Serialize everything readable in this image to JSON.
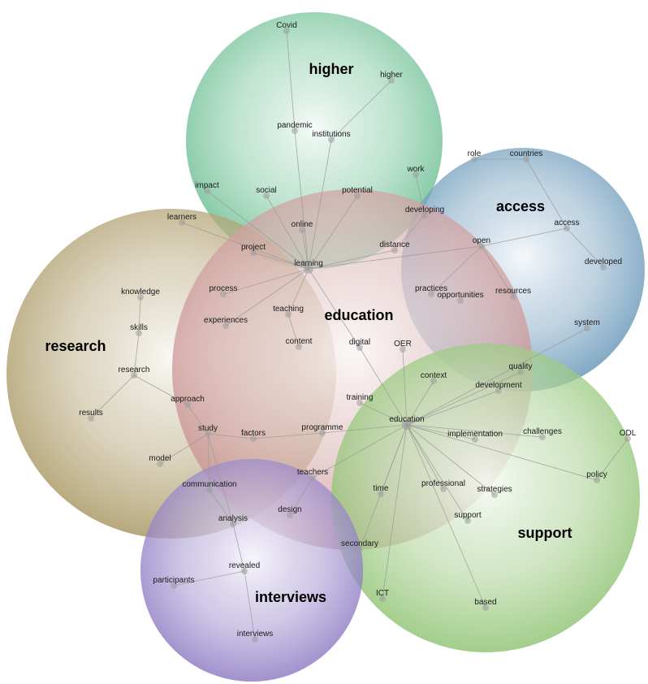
{
  "clusters": [
    {
      "id": "higher",
      "label": "higher",
      "color": "#5fb98a"
    },
    {
      "id": "access",
      "label": "access",
      "color": "#5b8fb3"
    },
    {
      "id": "education",
      "label": "education",
      "color": "#c88e8e"
    },
    {
      "id": "research",
      "label": "research",
      "color": "#a39058"
    },
    {
      "id": "support",
      "label": "support",
      "color": "#88c06a"
    },
    {
      "id": "interviews",
      "label": "interviews",
      "color": "#8672bf"
    }
  ],
  "terms": [
    "Covid",
    "higher",
    "pandemic",
    "institutions",
    "work",
    "impact",
    "social",
    "potential",
    "developing",
    "role",
    "countries",
    "access",
    "learners",
    "online",
    "project",
    "distance",
    "open",
    "learning",
    "developed",
    "process",
    "practices",
    "opportunities",
    "resources",
    "knowledge",
    "teaching",
    "experiences",
    "skills",
    "content",
    "digital",
    "OER",
    "system",
    "research",
    "context",
    "quality",
    "development",
    "training",
    "approach",
    "results",
    "education",
    "challenges",
    "ODL",
    "study",
    "factors",
    "programme",
    "implementation",
    "model",
    "policy",
    "teachers",
    "communication",
    "professional",
    "strategies",
    "time",
    "support",
    "design",
    "analysis",
    "secondary",
    "revealed",
    "participants",
    "ICT",
    "based",
    "interviews"
  ],
  "edges": [
    [
      "Covid",
      "pandemic"
    ],
    [
      "pandemic",
      "learning"
    ],
    [
      "higher",
      "institutions"
    ],
    [
      "institutions",
      "learning"
    ],
    [
      "impact",
      "learning"
    ],
    [
      "social",
      "learning"
    ],
    [
      "online",
      "learning"
    ],
    [
      "potential",
      "learning"
    ],
    [
      "project",
      "learning"
    ],
    [
      "learners",
      "learning"
    ],
    [
      "process",
      "learning"
    ],
    [
      "experiences",
      "learning"
    ],
    [
      "teaching",
      "learning"
    ],
    [
      "teaching",
      "content"
    ],
    [
      "learning",
      "distance"
    ],
    [
      "learning",
      "digital"
    ],
    [
      "learning",
      "open"
    ],
    [
      "distance",
      "developing"
    ],
    [
      "open",
      "access"
    ],
    [
      "open",
      "practices"
    ],
    [
      "open",
      "resources"
    ],
    [
      "access",
      "countries"
    ],
    [
      "access",
      "developed"
    ],
    [
      "countries",
      "role"
    ],
    [
      "work",
      "developing"
    ],
    [
      "knowledge",
      "skills"
    ],
    [
      "skills",
      "research"
    ],
    [
      "research",
      "results"
    ],
    [
      "research",
      "approach"
    ],
    [
      "approach",
      "study"
    ],
    [
      "study",
      "model"
    ],
    [
      "study",
      "factors"
    ],
    [
      "study",
      "communication"
    ],
    [
      "study",
      "analysis"
    ],
    [
      "digital",
      "education"
    ],
    [
      "OER",
      "education"
    ],
    [
      "context",
      "education"
    ],
    [
      "training",
      "education"
    ],
    [
      "quality",
      "education"
    ],
    [
      "development",
      "education"
    ],
    [
      "system",
      "education"
    ],
    [
      "education",
      "programme"
    ],
    [
      "programme",
      "factors"
    ],
    [
      "education",
      "implementation"
    ],
    [
      "education",
      "challenges"
    ],
    [
      "education",
      "policy"
    ],
    [
      "policy",
      "ODL"
    ],
    [
      "education",
      "teachers"
    ],
    [
      "teachers",
      "design"
    ],
    [
      "education",
      "professional"
    ],
    [
      "education",
      "strategies"
    ],
    [
      "education",
      "support"
    ],
    [
      "education",
      "time"
    ],
    [
      "education",
      "secondary"
    ],
    [
      "education",
      "ICT"
    ],
    [
      "education",
      "based"
    ],
    [
      "analysis",
      "revealed"
    ],
    [
      "revealed",
      "participants"
    ],
    [
      "revealed",
      "interviews"
    ],
    [
      "communication",
      "analysis"
    ]
  ]
}
